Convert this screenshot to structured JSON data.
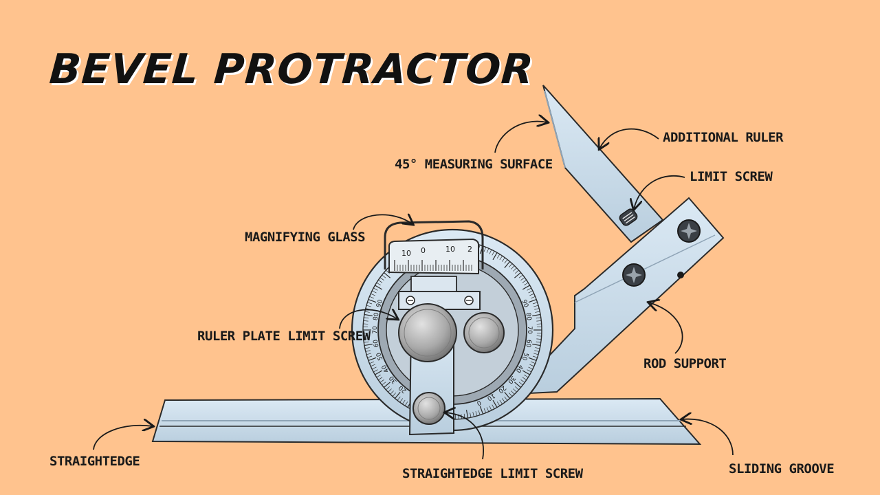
{
  "title": "BEVEL PROTRACTOR",
  "labels": {
    "measuring_surface": "45° MEASURING SURFACE",
    "additional_ruler": "ADDITIONAL RULER",
    "limit_screw": "LIMIT SCREW",
    "magnifying_glass": "MAGNIFYING GLASS",
    "ruler_plate_limit_screw": "RULER PLATE LIMIT SCREW",
    "rod_support": "ROD SUPPORT",
    "straightedge": "STRAIGHTEDGE",
    "straightedge_limit_screw": "STRAIGHTEDGE LIMIT SCREW",
    "sliding_groove": "SLIDING GROOVE"
  },
  "vernier_scale": [
    "10",
    "0",
    "10",
    "2"
  ],
  "dial_numbers": [
    "90",
    "80",
    "70",
    "60",
    "50",
    "40",
    "30",
    "20",
    "10",
    "0"
  ],
  "colors": {
    "background": "#FFC38E",
    "metal": "#C9DCEB",
    "metal_dark": "#9FB4C6",
    "outline": "#2a2a2a",
    "screw": "#3a3f45",
    "knob": "#A8A8A8"
  }
}
